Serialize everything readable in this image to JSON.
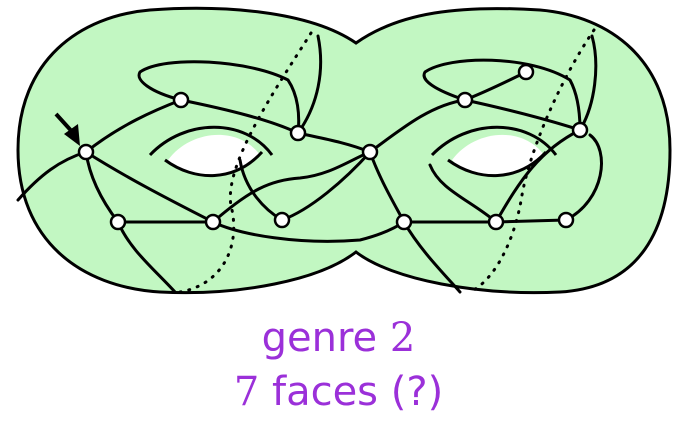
{
  "caption": {
    "genus_word": "genre",
    "genus_value": "2",
    "faces_value": "7",
    "faces_text": "faces (?)"
  },
  "colors": {
    "surface_fill": "#c2f7c2",
    "outline": "#000000",
    "caption": "#9b30d9",
    "vertex_fill": "#ffffff"
  }
}
